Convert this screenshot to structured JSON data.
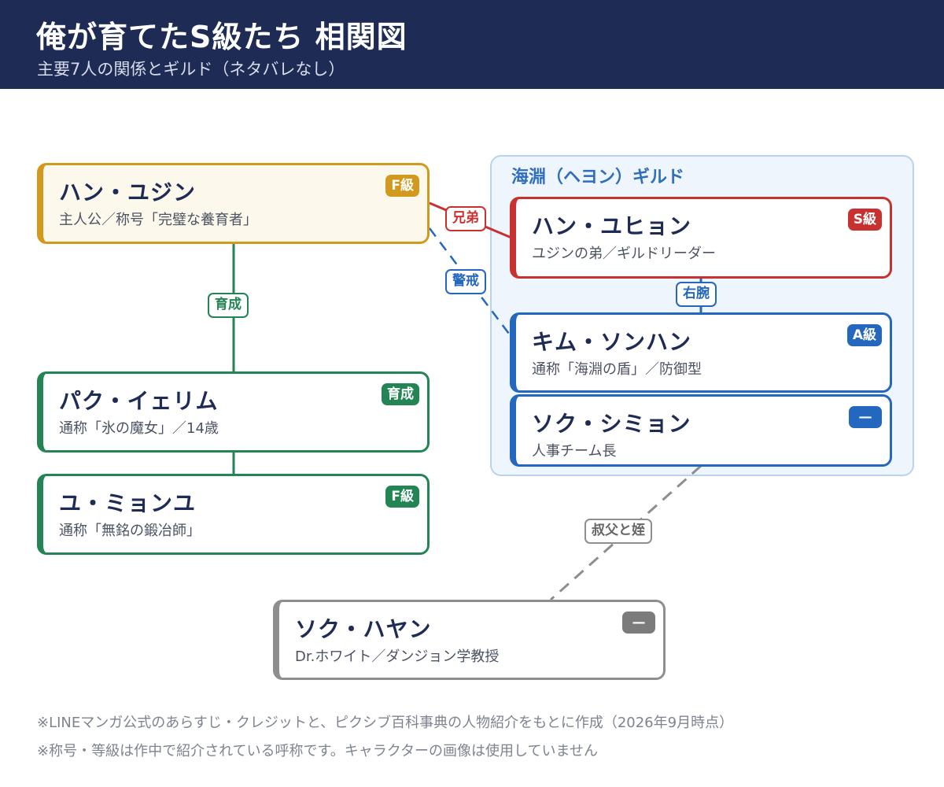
{
  "header": {
    "title": "俺が育てたS級たち 相関図",
    "subtitle": "主要7人の関係とギルド（ネタバレなし）"
  },
  "guild": {
    "label": "海淵（ヘヨン）ギルド"
  },
  "characters": {
    "yujin": {
      "name": "ハン・ユジン",
      "desc": "主人公／称号「完璧な養育者」",
      "badge": "F級"
    },
    "yerim": {
      "name": "パク・イェリム",
      "desc": "通称「氷の魔女」／14歳",
      "badge": "育成"
    },
    "myungu": {
      "name": "ユ・ミョンユ",
      "desc": "通称「無銘の鍛冶師」",
      "badge": "F級"
    },
    "yuhyon": {
      "name": "ハン・ユヒョン",
      "desc": "ユジンの弟／ギルドリーダー",
      "badge": "S級"
    },
    "sonhan": {
      "name": "キム・ソンハン",
      "desc": "通称「海淵の盾」／防御型",
      "badge": "A級"
    },
    "simyon": {
      "name": "ソク・シミョン",
      "desc": "人事チーム長",
      "badge": "—"
    },
    "hayan": {
      "name": "ソク・ハヤン",
      "desc": "Dr.ホワイト／ダンジョン学教授",
      "badge": "—"
    }
  },
  "edges": {
    "ikusei": "育成",
    "kyoudai": "兄弟",
    "keikai": "警戒",
    "uwan": "右腕",
    "shukufu": "叔父と姪"
  },
  "colors": {
    "header": "#1d2b55",
    "f_rank": "#d19a1e",
    "growth": "#228553",
    "s_rank": "#c93131",
    "guild_blue": "#2467be",
    "neutral": "#8e8e8e"
  },
  "footnotes": {
    "line1": "※LINEマンガ公式のあらすじ・クレジットと、ピクシブ百科事典の人物紹介をもとに作成（2026年9月時点）",
    "line2": "※称号・等級は作中で紹介されている呼称です。キャラクターの画像は使用していません"
  }
}
